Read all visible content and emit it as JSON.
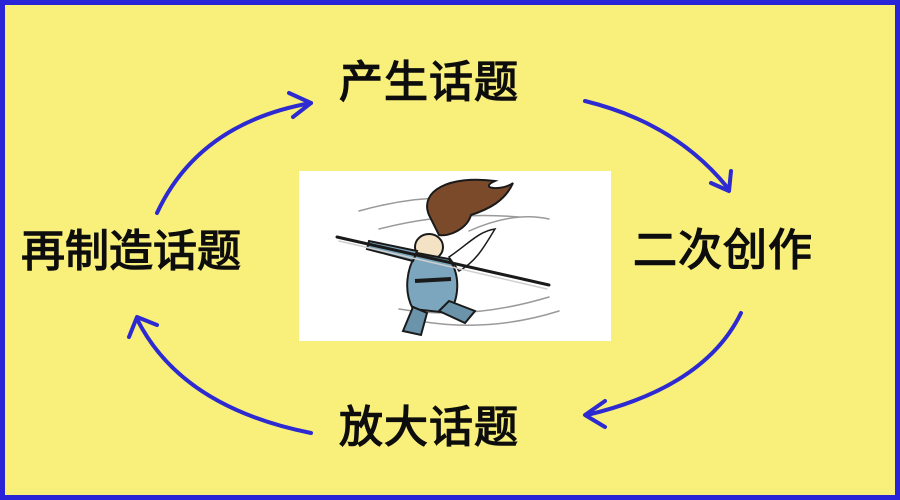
{
  "diagram": {
    "type": "cycle",
    "nodes": [
      {
        "id": "top",
        "label": "产生话题"
      },
      {
        "id": "right",
        "label": "二次创作"
      },
      {
        "id": "bottom",
        "label": "放大话题"
      },
      {
        "id": "left",
        "label": "再制造话题"
      }
    ],
    "edges": [
      {
        "from": "top",
        "to": "right"
      },
      {
        "from": "right",
        "to": "bottom"
      },
      {
        "from": "bottom",
        "to": "left"
      },
      {
        "from": "left",
        "to": "top"
      }
    ],
    "center_image": "cartoon-swordsman-illustration"
  },
  "colors": {
    "background": "#f9f07b",
    "border": "#2a24d8",
    "arrow": "#2c2ad0",
    "text": "#0d0d0d"
  }
}
